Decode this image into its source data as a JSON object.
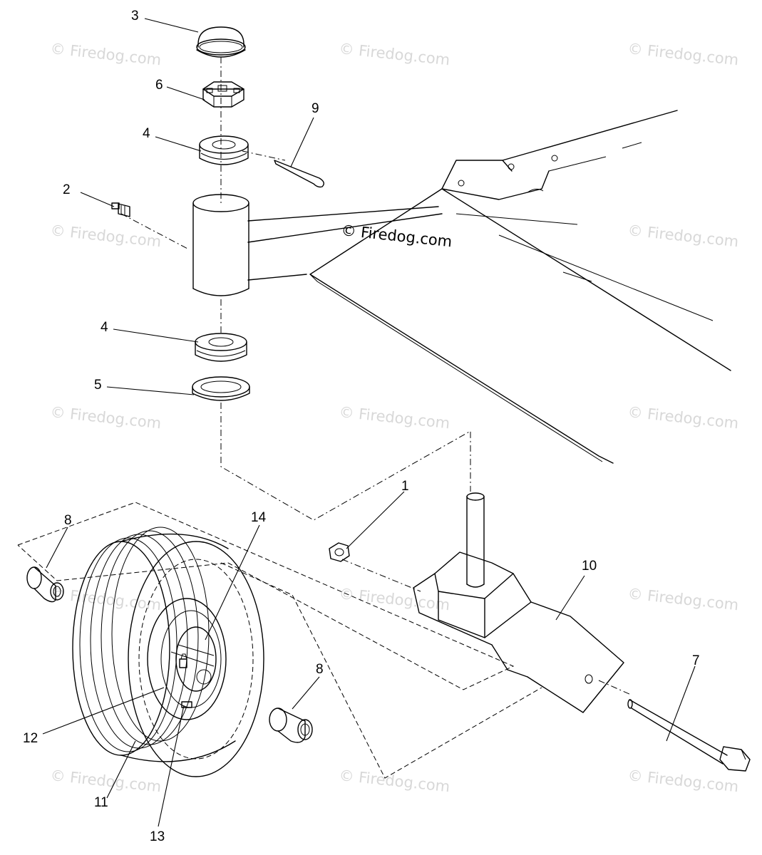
{
  "watermark": {
    "text": "© Firedog.com",
    "center_text": "© Firedog.com"
  },
  "callouts": {
    "c1": "1",
    "c2": "2",
    "c3": "3",
    "c4a": "4",
    "c4b": "4",
    "c5": "5",
    "c6": "6",
    "c7": "7",
    "c8a": "8",
    "c8b": "8",
    "c9": "9",
    "c10": "10",
    "c11": "11",
    "c12": "12",
    "c13": "13",
    "c14": "14"
  },
  "colors": {
    "line": "#000000",
    "background": "#ffffff",
    "watermark": "#d8d8d8"
  }
}
